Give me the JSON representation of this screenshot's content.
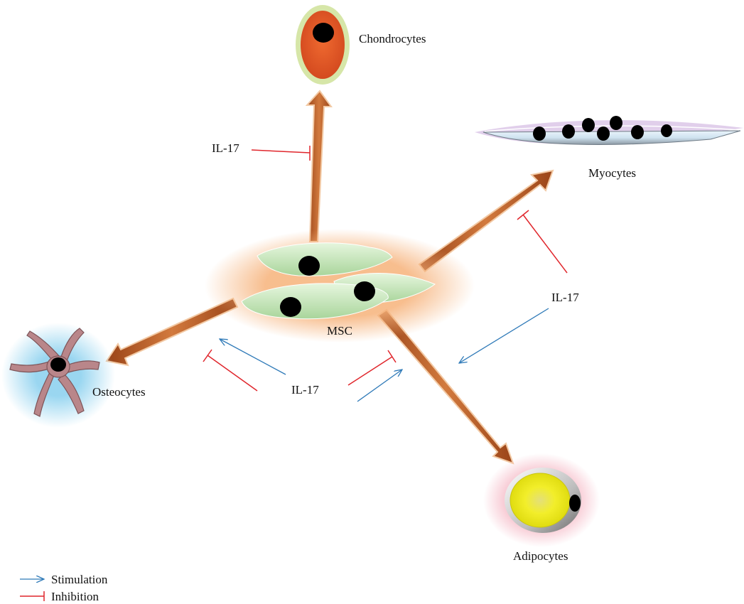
{
  "labels": {
    "chondrocytes": "Chondrocytes",
    "myocytes": "Myocytes",
    "msc": "MSC",
    "osteocytes": "Osteocytes",
    "adipocytes": "Adipocytes",
    "il17_top": "IL-17",
    "il17_right": "IL-17",
    "il17_center": "IL-17"
  },
  "legend": {
    "stimulation": "Stimulation",
    "inhibition": "Inhibition"
  },
  "colors": {
    "stimulation": "#2f7ab8",
    "inhibition": "#e0262c",
    "differentiation_arrow": "#b85a24",
    "chondrocyte_body": "#e0562a",
    "chondrocyte_rim": "#d6e6a8",
    "myocyte_body": "#cfe3f0",
    "myocyte_glow": "#c9a8da",
    "msc_cell": "#c9e8bf",
    "msc_glow": "#f6b27a",
    "osteocyte_body": "#b9868a",
    "osteocyte_glow": "#8fd2ef",
    "adipocyte_fat": "#f0ee2a",
    "adipocyte_glow": "#f3a8b8",
    "nucleus": "#000000"
  }
}
